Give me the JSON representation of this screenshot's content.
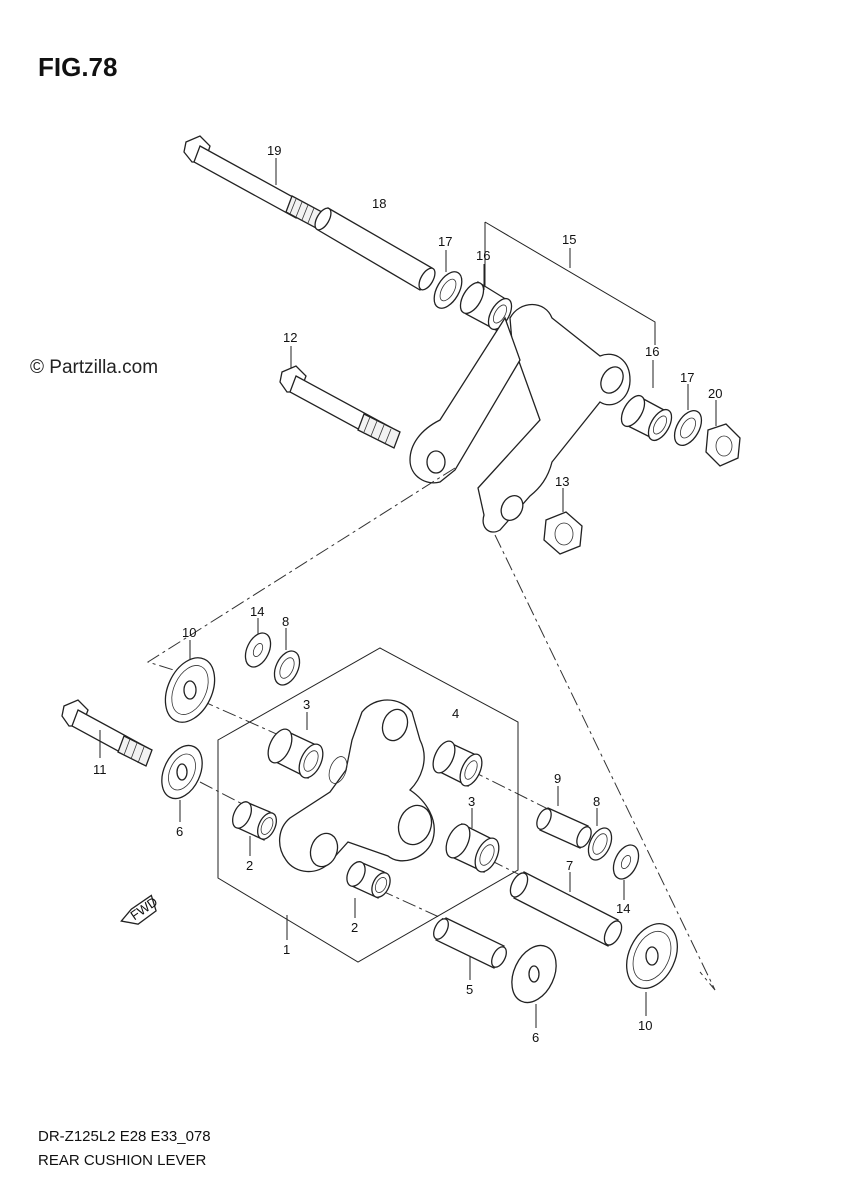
{
  "header": {
    "figure_title": "FIG.78"
  },
  "watermark": {
    "text": "© Partzilla.com"
  },
  "footer": {
    "model_code": "DR-Z125L2 E28 E33_078",
    "part_group": "REAR CUSHION LEVER"
  },
  "callouts": [
    {
      "id": "c19a",
      "text": "19"
    },
    {
      "id": "c18",
      "text": "18"
    },
    {
      "id": "c17a",
      "text": "17"
    },
    {
      "id": "c16a",
      "text": "16"
    },
    {
      "id": "c15",
      "text": "15"
    },
    {
      "id": "c12",
      "text": "12"
    },
    {
      "id": "c16b",
      "text": "16"
    },
    {
      "id": "c17b",
      "text": "17"
    },
    {
      "id": "c20",
      "text": "20"
    },
    {
      "id": "c13",
      "text": "13"
    },
    {
      "id": "c14a",
      "text": "14"
    },
    {
      "id": "c8a",
      "text": "8"
    },
    {
      "id": "c10a",
      "text": "10"
    },
    {
      "id": "c3a",
      "text": "3"
    },
    {
      "id": "c4",
      "text": "4"
    },
    {
      "id": "c11",
      "text": "11"
    },
    {
      "id": "c6a",
      "text": "6"
    },
    {
      "id": "c2a",
      "text": "2"
    },
    {
      "id": "c9",
      "text": "9"
    },
    {
      "id": "c8b",
      "text": "8"
    },
    {
      "id": "c3b",
      "text": "3"
    },
    {
      "id": "c7",
      "text": "7"
    },
    {
      "id": "c14b",
      "text": "14"
    },
    {
      "id": "c2b",
      "text": "2"
    },
    {
      "id": "c1",
      "text": "1"
    },
    {
      "id": "c5",
      "text": "5"
    },
    {
      "id": "c6b",
      "text": "6"
    },
    {
      "id": "c10b",
      "text": "10"
    }
  ],
  "fwd_mark": {
    "text": "FWD"
  }
}
